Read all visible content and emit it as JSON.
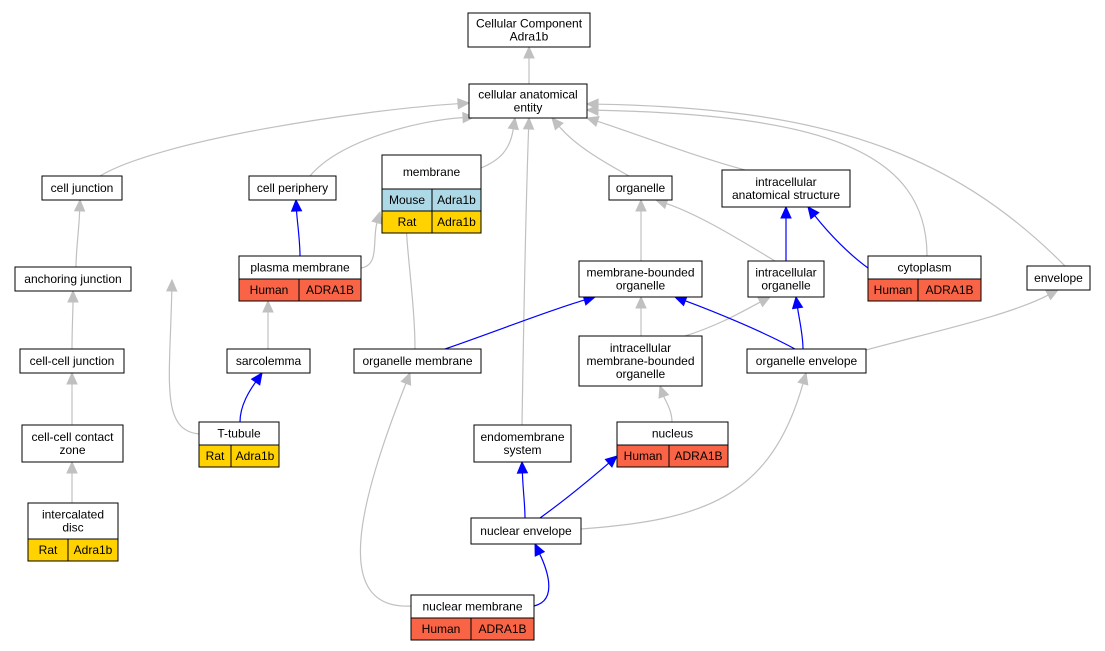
{
  "colors": {
    "is_a_edge": "#c0c0c0",
    "part_of_edge": "#0000ff",
    "node_border": "#000000",
    "node_fill": "#ffffff",
    "human_fill": "#fa6446",
    "rat_fill": "#ffd200",
    "mouse_fill": "#add8e6"
  },
  "nodes": {
    "cellular_component": {
      "lines": [
        "Cellular Component",
        "Adra1b"
      ]
    },
    "cellular_anatomical_entity": {
      "lines": [
        "cellular anatomical",
        "entity"
      ]
    },
    "cell_junction": {
      "lines": [
        "cell junction"
      ]
    },
    "cell_periphery": {
      "lines": [
        "cell periphery"
      ]
    },
    "membrane": {
      "lines": [
        "membrane"
      ],
      "annotations": [
        {
          "species": "Mouse",
          "gene": "Adra1b",
          "color": "mouse"
        },
        {
          "species": "Rat",
          "gene": "Adra1b",
          "color": "rat"
        }
      ]
    },
    "organelle": {
      "lines": [
        "organelle"
      ]
    },
    "intracellular_anatomical_structure": {
      "lines": [
        "intracellular",
        "anatomical structure"
      ]
    },
    "anchoring_junction": {
      "lines": [
        "anchoring junction"
      ]
    },
    "plasma_membrane": {
      "lines": [
        "plasma membrane"
      ],
      "annotations": [
        {
          "species": "Human",
          "gene": "ADRA1B",
          "color": "human"
        }
      ]
    },
    "membrane_bounded_organelle": {
      "lines": [
        "membrane-bounded",
        "organelle"
      ]
    },
    "intracellular_organelle": {
      "lines": [
        "intracellular",
        "organelle"
      ]
    },
    "cytoplasm": {
      "lines": [
        "cytoplasm"
      ],
      "annotations": [
        {
          "species": "Human",
          "gene": "ADRA1B",
          "color": "human"
        }
      ]
    },
    "envelope": {
      "lines": [
        "envelope"
      ]
    },
    "cell_cell_junction": {
      "lines": [
        "cell-cell junction"
      ]
    },
    "sarcolemma": {
      "lines": [
        "sarcolemma"
      ]
    },
    "organelle_membrane": {
      "lines": [
        "organelle membrane"
      ]
    },
    "intracellular_membrane_bounded_organelle": {
      "lines": [
        "intracellular",
        "membrane-bounded",
        "organelle"
      ]
    },
    "organelle_envelope": {
      "lines": [
        "organelle envelope"
      ]
    },
    "cell_cell_contact_zone": {
      "lines": [
        "cell-cell contact",
        "zone"
      ]
    },
    "t_tubule": {
      "lines": [
        "T-tubule"
      ],
      "annotations": [
        {
          "species": "Rat",
          "gene": "Adra1b",
          "color": "rat"
        }
      ]
    },
    "endomembrane_system": {
      "lines": [
        "endomembrane",
        "system"
      ]
    },
    "nucleus": {
      "lines": [
        "nucleus"
      ],
      "annotations": [
        {
          "species": "Human",
          "gene": "ADRA1B",
          "color": "human"
        }
      ]
    },
    "intercalated_disc": {
      "lines": [
        "intercalated",
        "disc"
      ],
      "annotations": [
        {
          "species": "Rat",
          "gene": "Adra1b",
          "color": "rat"
        }
      ]
    },
    "nuclear_envelope": {
      "lines": [
        "nuclear envelope"
      ]
    },
    "nuclear_membrane": {
      "lines": [
        "nuclear membrane"
      ],
      "annotations": [
        {
          "species": "Human",
          "gene": "ADRA1B",
          "color": "human"
        }
      ]
    }
  },
  "edges": [
    {
      "from": "cellular_anatomical_entity",
      "to": "cellular_component",
      "type": "is_a"
    },
    {
      "from": "cell_junction",
      "to": "cellular_anatomical_entity",
      "type": "is_a"
    },
    {
      "from": "cell_periphery",
      "to": "cellular_anatomical_entity",
      "type": "is_a"
    },
    {
      "from": "membrane",
      "to": "cellular_anatomical_entity",
      "type": "is_a"
    },
    {
      "from": "organelle",
      "to": "cellular_anatomical_entity",
      "type": "is_a"
    },
    {
      "from": "intracellular_anatomical_structure",
      "to": "cellular_anatomical_entity",
      "type": "is_a"
    },
    {
      "from": "cytoplasm",
      "to": "cellular_anatomical_entity",
      "type": "is_a"
    },
    {
      "from": "envelope",
      "to": "cellular_anatomical_entity",
      "type": "is_a"
    },
    {
      "from": "t_tubule",
      "to": "cellular_anatomical_entity",
      "type": "is_a"
    },
    {
      "from": "endomembrane_system",
      "to": "cellular_anatomical_entity",
      "type": "is_a"
    },
    {
      "from": "anchoring_junction",
      "to": "cell_junction",
      "type": "is_a"
    },
    {
      "from": "cell_cell_junction",
      "to": "anchoring_junction",
      "type": "is_a"
    },
    {
      "from": "cell_cell_contact_zone",
      "to": "cell_cell_junction",
      "type": "is_a"
    },
    {
      "from": "intercalated_disc",
      "to": "cell_cell_contact_zone",
      "type": "is_a"
    },
    {
      "from": "plasma_membrane",
      "to": "cell_periphery",
      "type": "part_of"
    },
    {
      "from": "plasma_membrane",
      "to": "membrane",
      "type": "is_a"
    },
    {
      "from": "sarcolemma",
      "to": "plasma_membrane",
      "type": "is_a"
    },
    {
      "from": "t_tubule",
      "to": "sarcolemma",
      "type": "part_of"
    },
    {
      "from": "organelle_membrane",
      "to": "membrane",
      "type": "is_a"
    },
    {
      "from": "organelle_membrane",
      "to": "membrane_bounded_organelle",
      "type": "part_of"
    },
    {
      "from": "nuclear_membrane",
      "to": "organelle_membrane",
      "type": "is_a"
    },
    {
      "from": "membrane_bounded_organelle",
      "to": "organelle",
      "type": "is_a"
    },
    {
      "from": "intracellular_organelle",
      "to": "organelle",
      "type": "is_a"
    },
    {
      "from": "intracellular_organelle",
      "to": "intracellular_anatomical_structure",
      "type": "part_of"
    },
    {
      "from": "cytoplasm",
      "to": "intracellular_anatomical_structure",
      "type": "part_of"
    },
    {
      "from": "intracellular_membrane_bounded_organelle",
      "to": "membrane_bounded_organelle",
      "type": "is_a"
    },
    {
      "from": "intracellular_membrane_bounded_organelle",
      "to": "intracellular_organelle",
      "type": "is_a"
    },
    {
      "from": "organelle_envelope",
      "to": "membrane_bounded_organelle",
      "type": "part_of"
    },
    {
      "from": "organelle_envelope",
      "to": "intracellular_organelle",
      "type": "part_of"
    },
    {
      "from": "organelle_envelope",
      "to": "envelope",
      "type": "is_a"
    },
    {
      "from": "nucleus",
      "to": "intracellular_membrane_bounded_organelle",
      "type": "is_a"
    },
    {
      "from": "nuclear_envelope",
      "to": "endomembrane_system",
      "type": "part_of"
    },
    {
      "from": "nuclear_envelope",
      "to": "nucleus",
      "type": "part_of"
    },
    {
      "from": "nuclear_envelope",
      "to": "organelle_envelope",
      "type": "is_a"
    },
    {
      "from": "nuclear_membrane",
      "to": "nuclear_envelope",
      "type": "part_of"
    }
  ]
}
